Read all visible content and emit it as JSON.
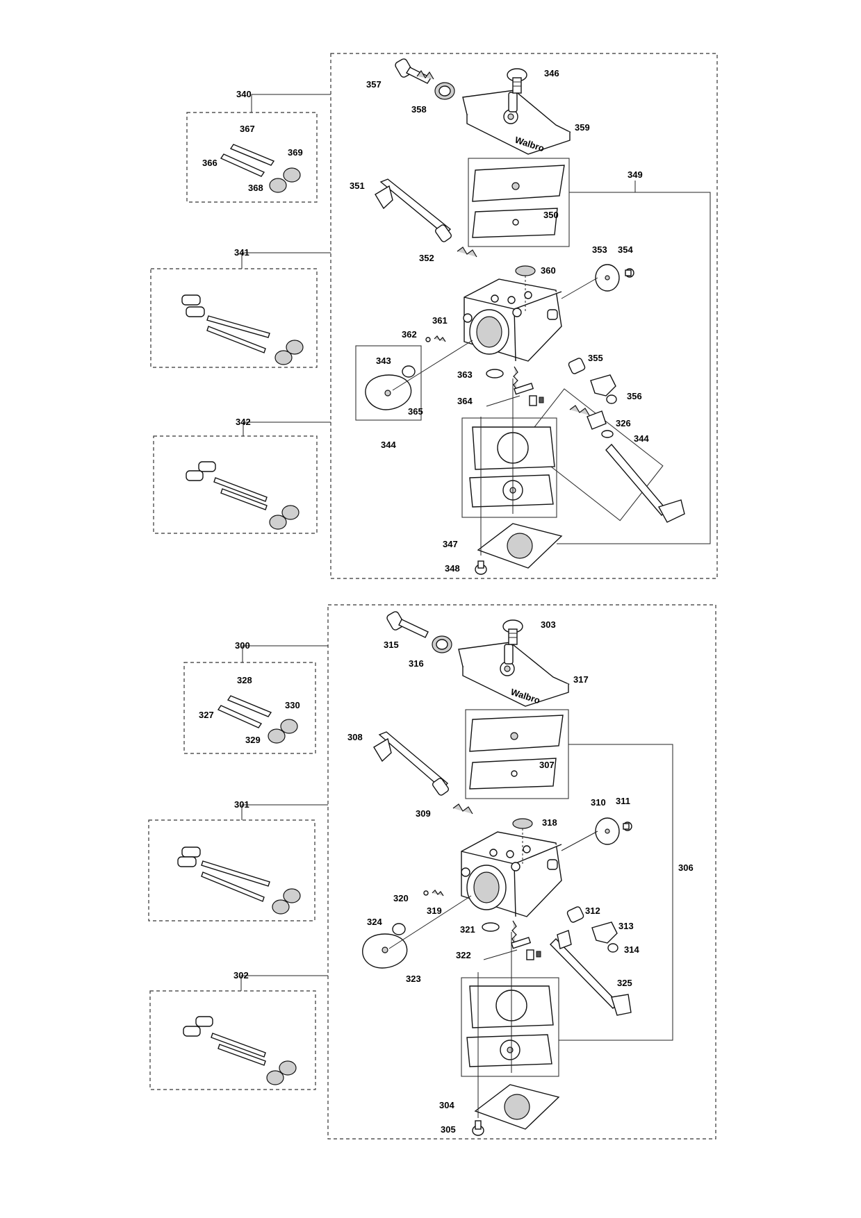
{
  "upper_assembly": {
    "callouts": [
      "340",
      "341",
      "342",
      "344",
      "344",
      "346",
      "347",
      "348",
      "349",
      "350",
      "351",
      "352",
      "353",
      "354",
      "355",
      "356",
      "357",
      "358",
      "359",
      "360",
      "361",
      "362",
      "363",
      "364",
      "365",
      "366",
      "367",
      "368",
      "369",
      "343",
      "326"
    ]
  },
  "lower_assembly": {
    "callouts": [
      "300",
      "301",
      "302",
      "303",
      "304",
      "305",
      "306",
      "307",
      "308",
      "309",
      "310",
      "311",
      "312",
      "313",
      "314",
      "315",
      "316",
      "317",
      "318",
      "319",
      "320",
      "321",
      "322",
      "323",
      "324",
      "325",
      "327",
      "328",
      "329",
      "330"
    ]
  },
  "cover_brand_text": "Walbro"
}
